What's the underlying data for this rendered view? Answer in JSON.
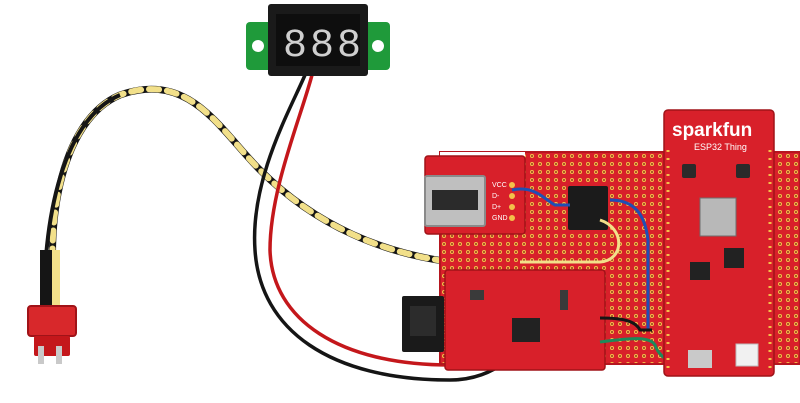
{
  "photo": {
    "voltmeter_digits": [
      "8",
      "8",
      "8"
    ],
    "esp32_brand": "sparkfun",
    "esp32_model": "ESP32 Thing",
    "usb_pins": [
      "VCC",
      "D-",
      "D+",
      "GND"
    ]
  },
  "colors": {
    "board_red": "#d8202a",
    "board_dark": "#b5161f",
    "voltmeter_pcb": "#1f9a3a",
    "display_body": "#1a1a1a",
    "wire_yellow": "#f2e08a",
    "wire_black": "#151515",
    "wire_red": "#c4171b",
    "wire_blue": "#1f4fb5",
    "wire_green": "#1d8a5a",
    "connector_red": "#d8282b"
  }
}
